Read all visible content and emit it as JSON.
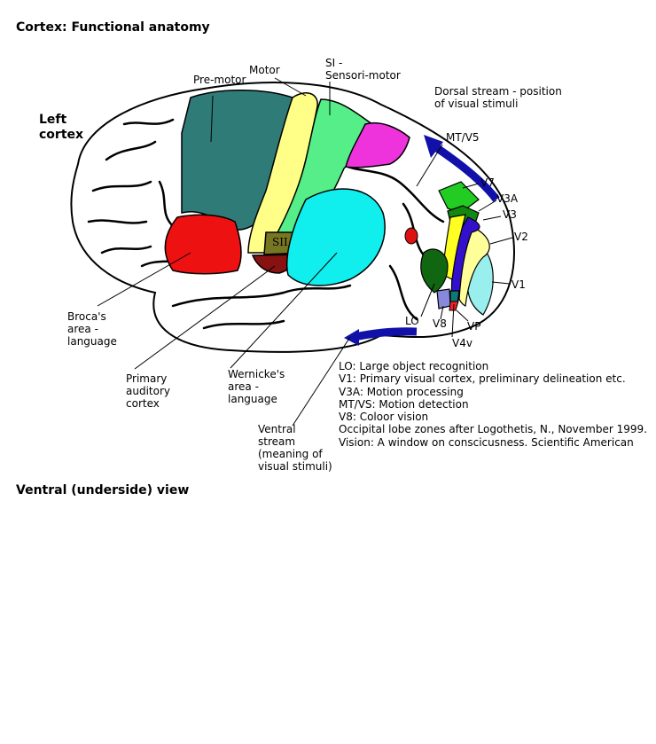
{
  "title": "Cortex: Functional anatomy",
  "subtitle": "Ventral (underside) view",
  "side_heading": [
    "Left",
    "cortex"
  ],
  "labels": {
    "premotor": "Pre-motor",
    "motor": "Motor",
    "si": [
      "SI -",
      "Sensori-motor"
    ],
    "dorsal": [
      "Dorsal stream - position",
      "of visual stimuli"
    ],
    "mtv5": "MT/V5",
    "v7": "V7",
    "v3a": "V3A",
    "v3": "V3",
    "v2": "V2",
    "v1": "V1",
    "sii": "SII",
    "lo": "LO",
    "v8": "V8",
    "vp": "VP",
    "v4v": "V4v",
    "broca": [
      "Broca's",
      "area -",
      "language"
    ],
    "auditory": [
      "Primary",
      "auditory",
      "cortex"
    ],
    "wernicke": [
      "Wernicke's",
      "area -",
      "language"
    ],
    "ventral": [
      "Ventral",
      "stream",
      "(meaning of",
      "visual stimuli)"
    ]
  },
  "legend": [
    "LO: Large object recognition",
    "V1: Primary visual cortex, preliminary delineation etc.",
    "V3A: Motion processing",
    "MT/VS: Motion detection",
    "V8: Coloor vision",
    "Occipital lobe zones after Logothetis, N., November 1999.",
    "Vision: A window on conscicusness.  Scientific American"
  ],
  "colors": {
    "premotor": "#2e7b78",
    "motor": "#ffff88",
    "sensorimotor": "#55ee88",
    "somatic": "#ee33dd",
    "broca": "#ee1111",
    "auditory": "#881111",
    "sii": "#777722",
    "wernicke": "#11eeee",
    "mt": "#dd1111",
    "v7": "#22cc22",
    "v3a": "#118811",
    "v3": "#ffff22",
    "v2": "#ffff99",
    "v1": "#99eeee",
    "v3blue": "#3311cc",
    "lo": "#116611",
    "v8": "#8888dd",
    "v4v": "#117777",
    "vp": "#ee2222",
    "stream_arrow": "#1111aa"
  }
}
